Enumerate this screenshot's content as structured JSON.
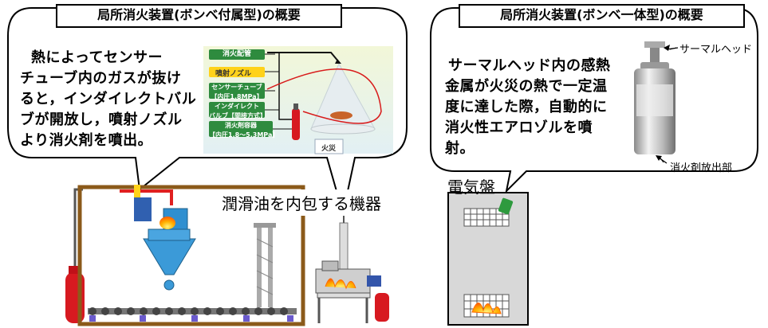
{
  "left_panel": {
    "title": "局所消火装置(ボンベ付属型)の概要",
    "description_lines": [
      "熱によってセンサー",
      "チューブ内のガスが抜け",
      "ると，インダイレクトバル",
      "ブが開放し，噴射ノズル",
      "より消火剤を噴出。"
    ],
    "inset": {
      "label_pipe": "消火配管",
      "label_nozzle": "噴射ノズル",
      "label_sensor": "センサーチューブ\n【内圧1.8MPa】",
      "label_valve": "インダイレクト\nバルブ【間接方式】",
      "label_container": "消火剤容器\n【内圧1.8〜5.3MPa】",
      "label_fire": "火災"
    }
  },
  "right_panel": {
    "title": "局所消火装置(ボンベ一体型)の概要",
    "description_lines": [
      "サーマルヘッド内の感熱",
      "金属が火災の熱で一定温",
      "度に達した際，自動的に",
      "消火性エアロゾルを噴",
      "射。"
    ],
    "label_thermal_head": "サーマルヘッド",
    "label_discharge": "消火剤放出部"
  },
  "labels": {
    "lubricant_machine": "潤滑油を内包する機器",
    "switchboard": "電気盤"
  },
  "colors": {
    "inset_green": "#2e8b3e",
    "inset_yellow": "#ffd21a",
    "extinguisher_red": "#d71920",
    "frame_brown": "#8b5a1a",
    "panel_gray": "#d8d8d8",
    "pipe_red": "#e02020",
    "fire_orange": "#ff8a00"
  }
}
